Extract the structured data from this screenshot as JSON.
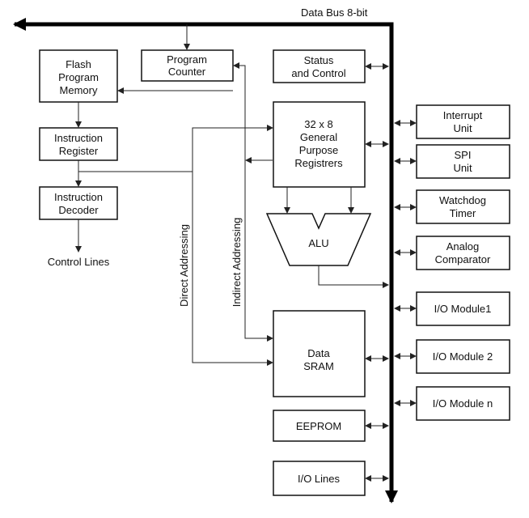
{
  "bus_label": "Data Bus 8-bit",
  "flash": [
    "Flash",
    "Program",
    "Memory"
  ],
  "program_counter": [
    "Program",
    "Counter"
  ],
  "instruction_register": [
    "Instruction",
    "Register"
  ],
  "instruction_decoder": [
    "Instruction",
    "Decoder"
  ],
  "control_lines": "Control Lines",
  "status_control": [
    "Status",
    "and Control"
  ],
  "registers": [
    "32 x 8",
    "General",
    "Purpose",
    "Registrers"
  ],
  "alu": "ALU",
  "direct_addressing": "Direct Addressing",
  "indirect_addressing": "Indirect Addressing",
  "data_sram": [
    "Data",
    "SRAM"
  ],
  "eeprom": "EEPROM",
  "io_lines": "I/O Lines",
  "interrupt": [
    "Interrupt",
    "Unit"
  ],
  "spi": [
    "SPI",
    "Unit"
  ],
  "watchdog": [
    "Watchdog",
    "Timer"
  ],
  "analog": [
    "Analog",
    "Comparator"
  ],
  "io1": "I/O Module1",
  "io2": "I/O Module 2",
  "ion": "I/O Module n"
}
